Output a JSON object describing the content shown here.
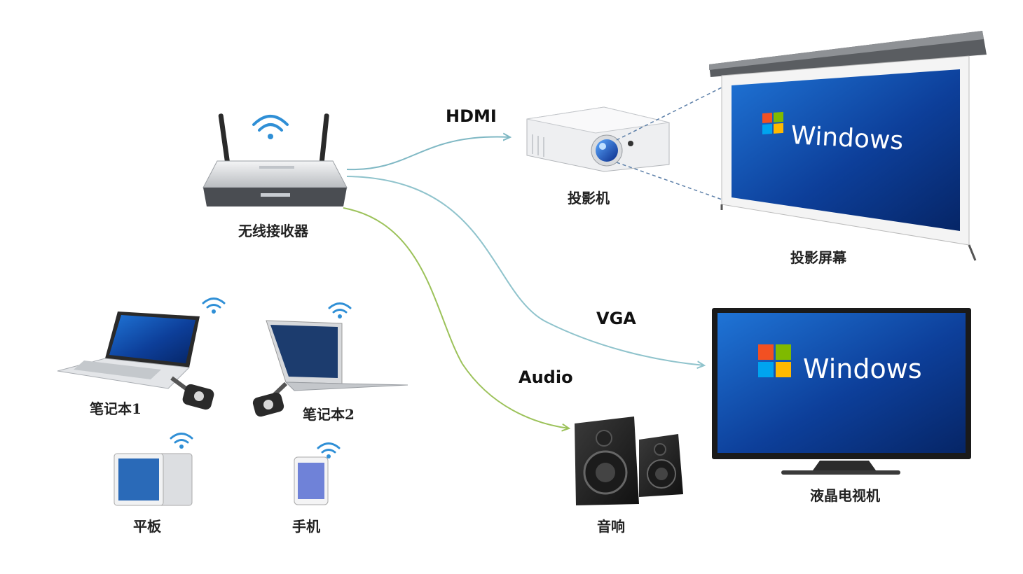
{
  "connections": {
    "hdmi": "HDMI",
    "vga": "VGA",
    "audio": "Audio"
  },
  "devices": {
    "receiver": "无线接收器",
    "projector": "投影机",
    "screen": "投影屏幕",
    "tv": "液晶电视机",
    "speakers": "音响",
    "laptop1": "笔记本1",
    "laptop2": "笔记本2",
    "tablet": "平板",
    "phone": "手机"
  },
  "screen_brand": "Windows",
  "colors": {
    "hdmi_line": "#7fb8c4",
    "vga_line": "#8fc3cc",
    "audio_line": "#9cc25a",
    "wifi": "#2f8fd6",
    "screen_bg": "#0d3f9a"
  }
}
